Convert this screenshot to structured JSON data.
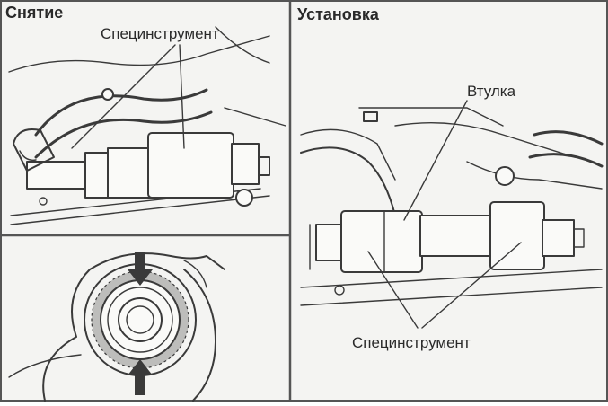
{
  "panels": {
    "removal": {
      "title": "Снятие",
      "tool_label": "Специнструмент"
    },
    "installation": {
      "title": "Установка",
      "bushing_label": "Втулка",
      "tool_label": "Специнструмент"
    }
  },
  "colors": {
    "ink": "#3a3a3a",
    "paper": "#f4f4f2",
    "border": "#555555"
  }
}
